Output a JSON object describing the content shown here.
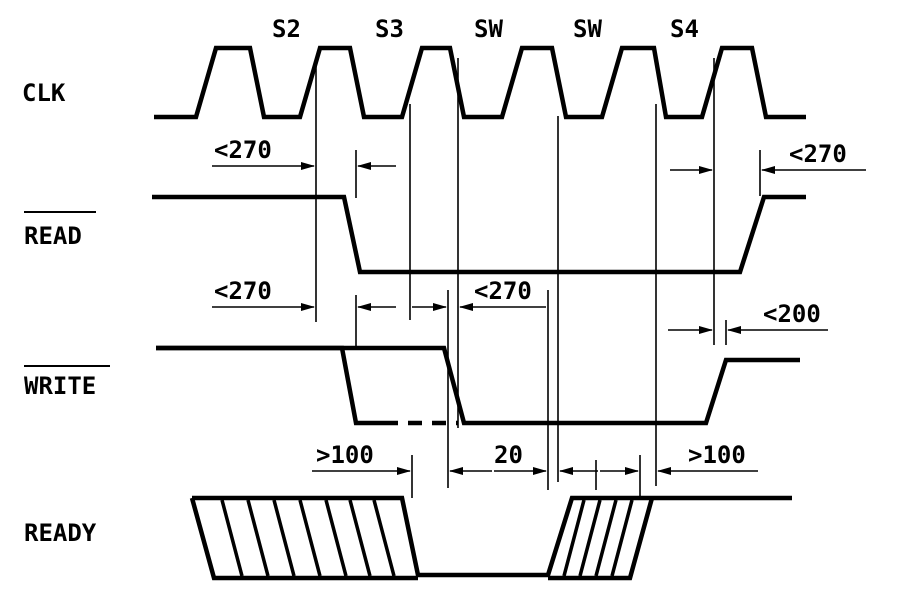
{
  "signals": {
    "clk": "CLK",
    "read": "READ",
    "write": "WRITE",
    "ready": "READY"
  },
  "states": [
    "S2",
    "S3",
    "SW",
    "SW",
    "S4"
  ],
  "timings": {
    "read_setup": "<270",
    "read_hold": "<270",
    "write_setup": "<270",
    "write_delay": "<270",
    "write_hold": "<200",
    "ready_setup": ">100",
    "ready_gap": "20",
    "ready_hold": ">100"
  }
}
